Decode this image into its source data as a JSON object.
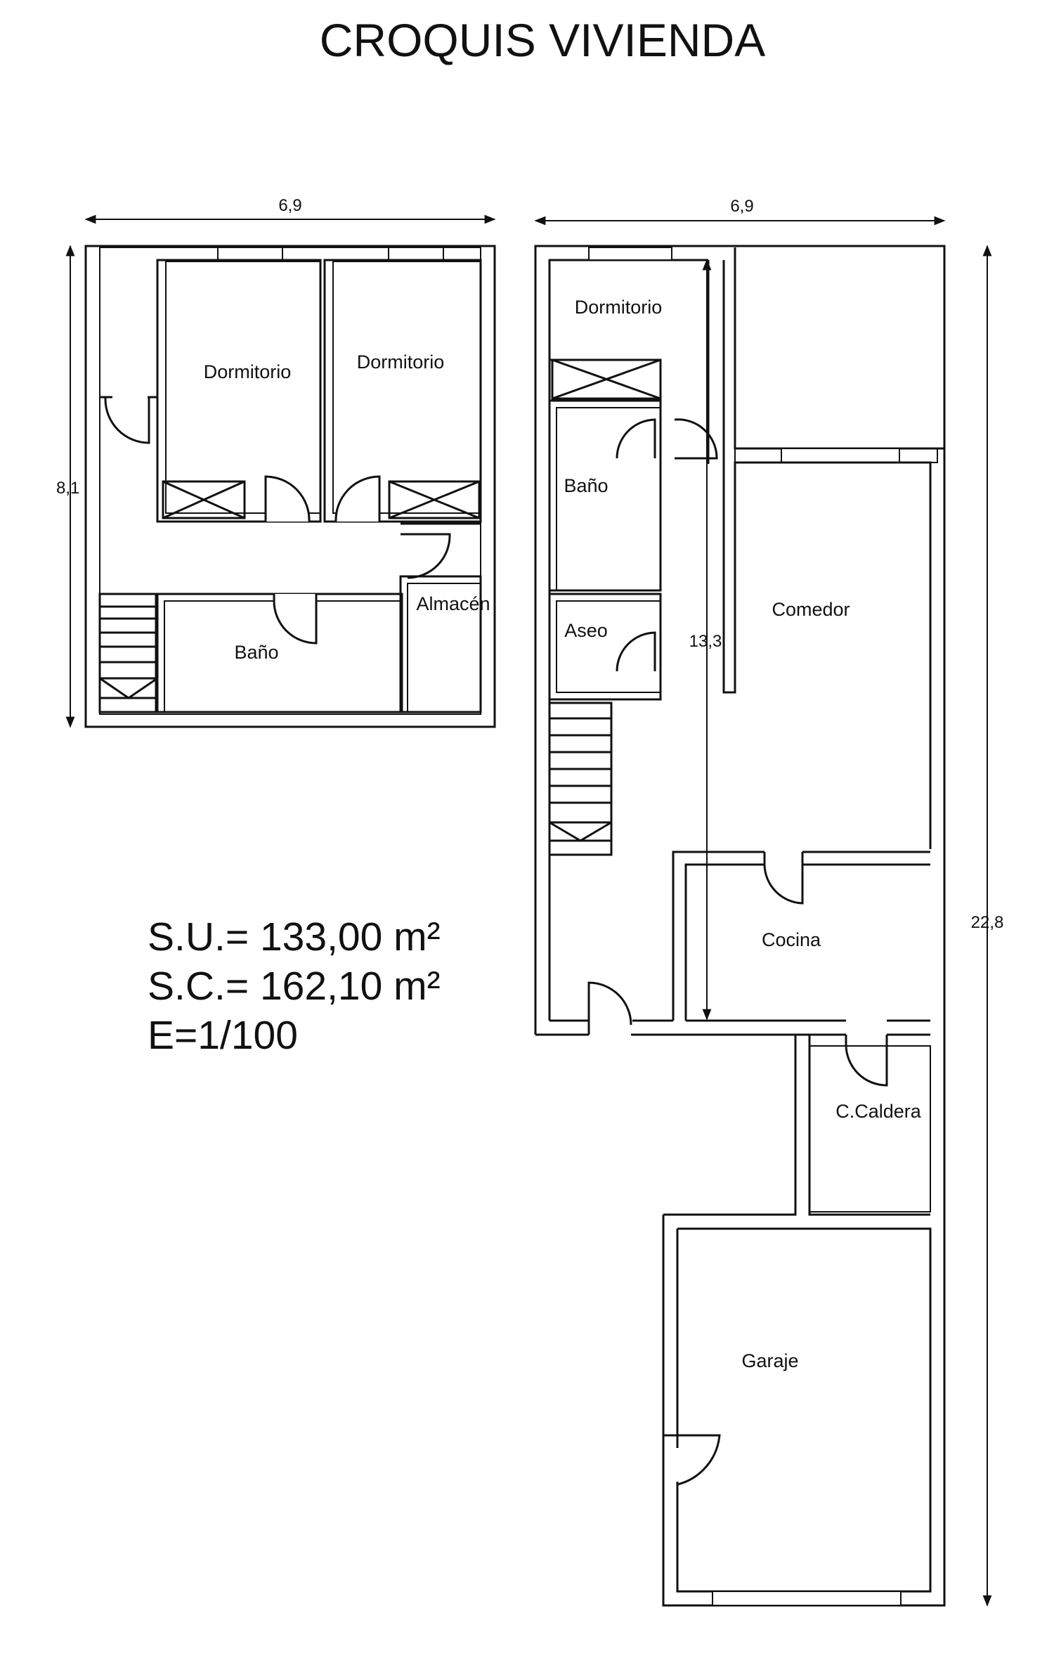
{
  "title": "CROQUIS VIVIENDA",
  "upper_floor": {
    "width_label": "6,9",
    "depth_label": "8,1",
    "rooms": {
      "dormitorio_1": "Dormitorio",
      "dormitorio_2": "Dormitorio",
      "bano": "Baño",
      "almacen": "Almacén"
    }
  },
  "ground_floor": {
    "width_label": "6,9",
    "depth_label": "22,8",
    "inner_depth_label": "13,3",
    "rooms": {
      "dormitorio": "Dormitorio",
      "bano": "Baño",
      "aseo": "Aseo",
      "comedor": "Comedor",
      "cocina": "Cocina",
      "caldera": "C.Caldera",
      "garaje": "Garaje"
    }
  },
  "summary": {
    "su": "S.U.= 133,00 m²",
    "sc": "S.C.= 162,10 m²",
    "scale": "E=1/100"
  },
  "colors": {
    "line": "#111111",
    "background": "#ffffff"
  }
}
